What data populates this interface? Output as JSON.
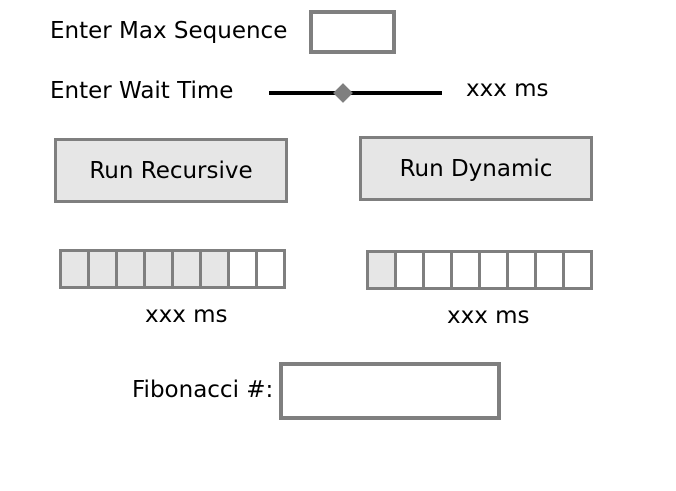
{
  "max_sequence": {
    "label": "Enter Max Sequence",
    "value": ""
  },
  "wait_time": {
    "label": "Enter Wait Time",
    "value_label": "xxx ms",
    "slider_fraction": 0.43
  },
  "buttons": {
    "recursive_label": "Run Recursive",
    "dynamic_label": "Run Dynamic"
  },
  "recursive_progress": {
    "segments_total": 8,
    "segments_filled": 6,
    "time_label": "xxx ms"
  },
  "dynamic_progress": {
    "segments_total": 8,
    "segments_filled": 1,
    "time_label": "xxx ms"
  },
  "fibonacci": {
    "label": "Fibonacci #:",
    "value": ""
  },
  "colors": {
    "border_gray": "#7f7f7f",
    "button_fill": "#e6e6e6",
    "segment_filled": "#e6e6e6",
    "segment_empty": "#ffffff"
  }
}
